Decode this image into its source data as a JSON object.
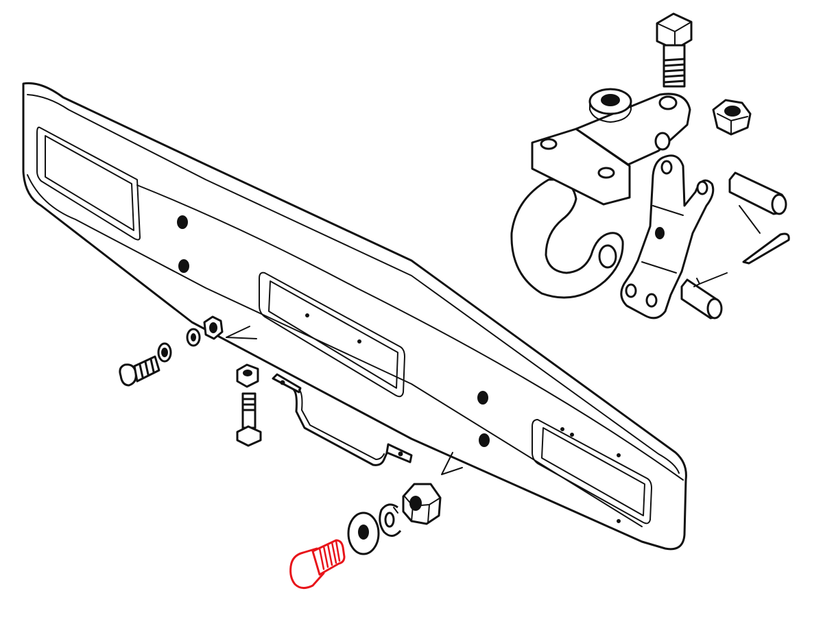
{
  "diagram": {
    "highlight_color": "#e8141a",
    "line_color": "#111111",
    "background": "#ffffff",
    "parts": [
      "bumper-bar",
      "tow-hook-assembly",
      "tow-hook-bolt",
      "tow-hook-washer",
      "tow-hook-nut",
      "hook-latch",
      "clevis-pin",
      "cotter-pin",
      "bracket-rod",
      "side-bolt",
      "side-washer",
      "side-lock-washer",
      "side-nut",
      "vertical-bolt",
      "vertical-nut",
      "plow-bolt-highlighted",
      "flat-washer",
      "lock-washer",
      "hex-nut"
    ]
  }
}
